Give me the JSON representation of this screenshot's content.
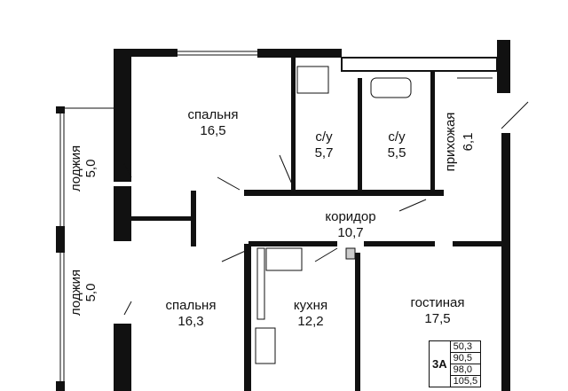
{
  "rooms": [
    {
      "name": "спальня",
      "area": "16,5"
    },
    {
      "name": "с/у",
      "area": "5,7"
    },
    {
      "name": "с/у",
      "area": "5,5"
    },
    {
      "name": "прихожая",
      "area": "6,1"
    },
    {
      "name": "лоджия",
      "area": "5,0"
    },
    {
      "name": "лоджия",
      "area": "5,0"
    },
    {
      "name": "коридор",
      "area": "10,7"
    },
    {
      "name": "спальня",
      "area": "16,3"
    },
    {
      "name": "кухня",
      "area": "12,2"
    },
    {
      "name": "гостиная",
      "area": "17,5"
    }
  ],
  "legend": {
    "type": "3А",
    "values": [
      "50,3",
      "90,5",
      "98,0",
      "105,5"
    ]
  }
}
